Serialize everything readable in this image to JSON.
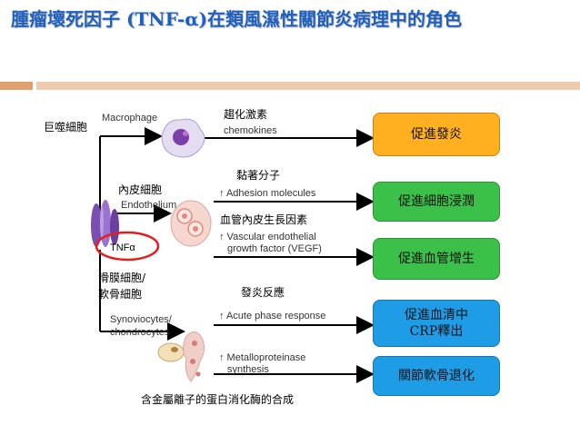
{
  "title": "腫瘤壞死因子 (TNF-α)在類風濕性關節炎病理中的角色",
  "cells": {
    "macrophage_zh": "巨噬細胞",
    "macrophage_en": "Macrophage",
    "endothelial_zh": "內皮細胞",
    "endothelial_en": "Endothelium",
    "synovio_zh_1": "滑膜細胞/",
    "synovio_zh_2": "軟骨細胞",
    "synovio_en_1": "Synoviocytes/",
    "synovio_en_2": "chondrocytes",
    "tnf": "TNFα"
  },
  "mediators": {
    "chemokines_zh": "趨化激素",
    "chemokines_en": "chemokines",
    "adhesion_zh": "黏著分子",
    "adhesion_en": "↑ Adhesion molecules",
    "vegf_zh": "血管內皮生長因素",
    "vegf_en_1": "↑ Vascular endothelial",
    "vegf_en_2": "growth factor (VEGF)",
    "acute_zh": "發炎反應",
    "acute_en": "↑ Acute phase response",
    "mmp_zh": "含金屬離子的蛋白消化酶的合成",
    "mmp_en_1": "↑ Metalloproteinase",
    "mmp_en_2": "synthesis"
  },
  "outcomes": {
    "inflammation": "促進發炎",
    "infiltration": "促進細胞浸潤",
    "angiogenesis": "促進血管增生",
    "crp_1": "促進血清中",
    "crp_2": "CRP釋出",
    "cartilage": "關節軟骨退化"
  },
  "colors": {
    "orange": "#ffb020",
    "green": "#3bc04a",
    "blue": "#1e9ce6",
    "title": "#1f5fbf",
    "highlight_ring": "#e02020"
  }
}
